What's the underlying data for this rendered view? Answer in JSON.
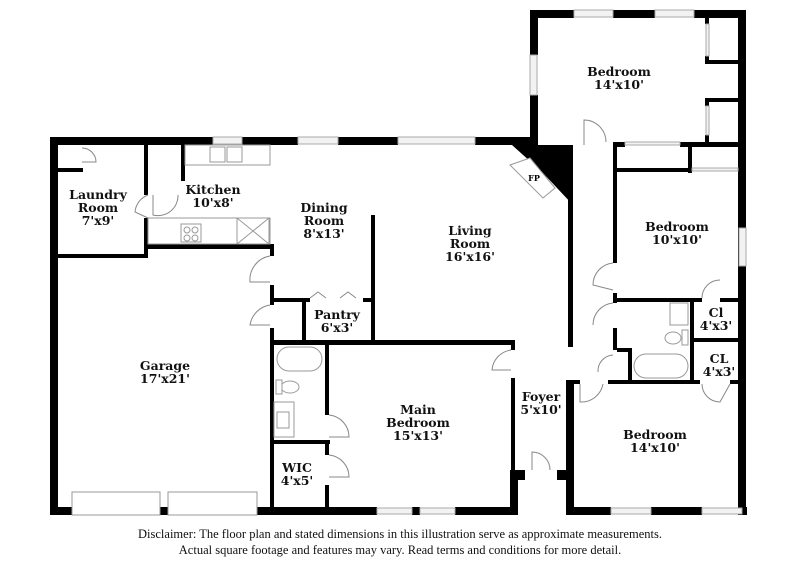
{
  "floorplan": {
    "rooms": [
      {
        "id": "laundry",
        "name": "Laundry",
        "name2": "Room",
        "dims": "7'x9'"
      },
      {
        "id": "kitchen",
        "name": "Kitchen",
        "dims": "10'x8'"
      },
      {
        "id": "dining",
        "name": "Dining",
        "name2": "Room",
        "dims": "8'x13'"
      },
      {
        "id": "living",
        "name": "Living",
        "name2": "Room",
        "dims": "16'x16'"
      },
      {
        "id": "pantry",
        "name": "Pantry",
        "dims": "6'x3'"
      },
      {
        "id": "garage",
        "name": "Garage",
        "dims": "17'x21'"
      },
      {
        "id": "main-bedroom",
        "name": "Main",
        "name2": "Bedroom",
        "dims": "15'x13'"
      },
      {
        "id": "wic",
        "name": "WIC",
        "dims": "4'x5'"
      },
      {
        "id": "foyer",
        "name": "Foyer",
        "dims": "5'x10'"
      },
      {
        "id": "bedroom-top",
        "name": "Bedroom",
        "dims": "14'x10'"
      },
      {
        "id": "bedroom-mid",
        "name": "Bedroom",
        "dims": "10'x10'"
      },
      {
        "id": "closet-1",
        "name": "Cl",
        "dims": "4'x3'"
      },
      {
        "id": "closet-2",
        "name": "CL",
        "dims": "4'x3'"
      },
      {
        "id": "bedroom-bottom",
        "name": "Bedroom",
        "dims": "14'x10'"
      }
    ],
    "fireplace_label": "FP"
  },
  "disclaimer": {
    "line1": "Disclaimer: The floor plan and stated dimensions in this illustration serve as approximate measurements.",
    "line2": "Actual square footage and features may vary. Read terms and conditions for more detail."
  },
  "colors": {
    "wall": "#000000",
    "background": "#ffffff",
    "fixture_stroke": "#999999"
  }
}
